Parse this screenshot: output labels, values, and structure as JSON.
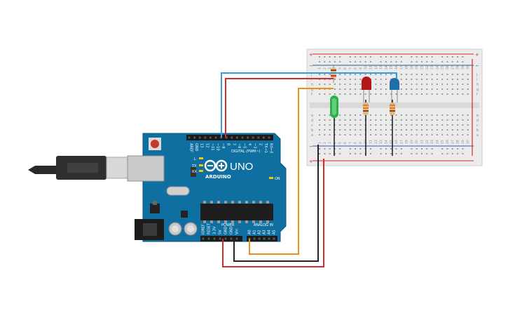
{
  "board": {
    "brand": "ARDUINO",
    "model": "UNO",
    "digital_header": "DIGITAL (PWM~)",
    "power_header": "POWER",
    "analog_header": "ANALOG IN",
    "on_label": "ON",
    "l_label": "L",
    "tx_label": "TX",
    "rx_label": "RX",
    "digital_pins": [
      "AREF",
      "GND",
      "13",
      "12",
      "~11",
      "~10",
      "~9",
      "8",
      "7",
      "~6",
      "~5",
      "4",
      "~3",
      "2",
      "TX→1",
      "RX←0"
    ],
    "power_pins": [
      "IOREF",
      "RESET",
      "3.3V",
      "5V",
      "GND",
      "GND",
      "Vin"
    ],
    "analog_pins": [
      "A0",
      "A1",
      "A2",
      "A3",
      "A4",
      "A5"
    ]
  },
  "breadboard": {
    "rail_plus": "+",
    "rail_minus": "−",
    "row_letters_top": [
      "j",
      "i",
      "h",
      "g",
      "f"
    ],
    "row_letters_bottom": [
      "e",
      "d",
      "c",
      "b",
      "a"
    ],
    "column_numbers": [
      "1",
      "2",
      "3",
      "4",
      "5",
      "6",
      "7",
      "8",
      "9",
      "10",
      "11",
      "12",
      "13",
      "14",
      "15",
      "16",
      "17",
      "18",
      "19",
      "20",
      "21",
      "22",
      "23",
      "24",
      "25",
      "26",
      "27",
      "28",
      "29",
      "30"
    ]
  },
  "components": {
    "led_red_color": "#b0181c",
    "led_blue_color": "#1f6fa8",
    "sensor_color": "#2fae4d"
  },
  "wire_colors": {
    "red": "#d42a2a",
    "black": "#222222",
    "orange": "#e8901a",
    "blue": "#3a9ad9"
  }
}
